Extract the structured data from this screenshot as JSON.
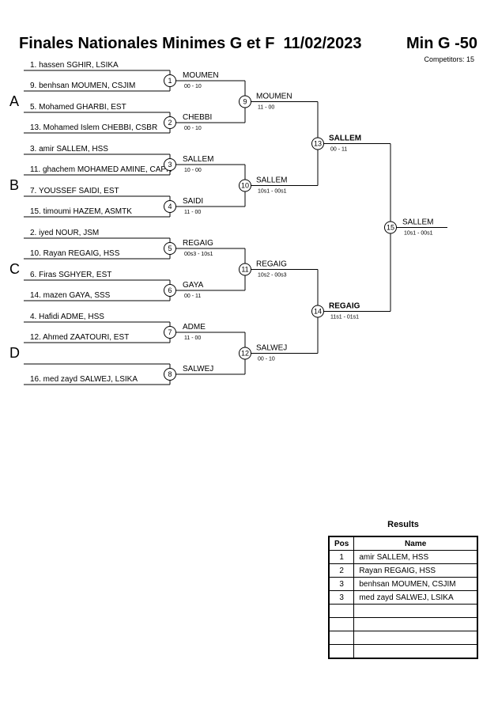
{
  "header": {
    "title": "Finales Nationales Minimes G et F  11/02/2023",
    "category": "Min G -50",
    "competitors": "Competitors: 15"
  },
  "pools": [
    "A",
    "B",
    "C",
    "D"
  ],
  "entries": [
    "1. hassen SGHIR, LSIKA",
    "9. benhsan MOUMEN, CSJIM",
    "5. Mohamed GHARBI, EST",
    "13. Mohamed Islem CHEBBI, CSBR",
    "3. amir SALLEM, HSS",
    "11. ghachem MOHAMED AMINE, CAPN",
    "7. YOUSSEF SAIDI, EST",
    "15. timoumi HAZEM, ASMTK",
    "2. iyed NOUR, JSM",
    "10. Rayan REGAIG, HSS",
    "6. Firas SGHYER, EST",
    "14. mazen GAYA, SSS",
    "4. Hafidi ADME, HSS",
    "12. Ahmed ZAATOURI, EST",
    "",
    "16. med zayd SALWEJ, LSIKA"
  ],
  "round1": [
    {
      "num": "1",
      "winner": "MOUMEN",
      "score": "00 - 10"
    },
    {
      "num": "2",
      "winner": "CHEBBI",
      "score": "00 - 10"
    },
    {
      "num": "3",
      "winner": "SALLEM",
      "score": "10 - 00"
    },
    {
      "num": "4",
      "winner": "SAIDI",
      "score": "11 - 00"
    },
    {
      "num": "5",
      "winner": "REGAIG",
      "score": "00s3 - 10s1"
    },
    {
      "num": "6",
      "winner": "GAYA",
      "score": "00 - 11"
    },
    {
      "num": "7",
      "winner": "ADME",
      "score": "11 - 00"
    },
    {
      "num": "8",
      "winner": "SALWEJ",
      "score": ""
    }
  ],
  "round2": [
    {
      "num": "9",
      "winner": "MOUMEN",
      "score": "11 - 00"
    },
    {
      "num": "10",
      "winner": "SALLEM",
      "score": "10s1 - 00s1"
    },
    {
      "num": "11",
      "winner": "REGAIG",
      "score": "10s2 - 00s3"
    },
    {
      "num": "12",
      "winner": "SALWEJ",
      "score": "00 - 10"
    }
  ],
  "semis": [
    {
      "num": "13",
      "winner": "SALLEM",
      "score": "00 - 11"
    },
    {
      "num": "14",
      "winner": "REGAIG",
      "score": "11s1 - 01s1"
    }
  ],
  "final": {
    "num": "15",
    "winner": "SALLEM",
    "score": "10s1 - 00s1"
  },
  "results": {
    "title": "Results",
    "headers": {
      "pos": "Pos",
      "name": "Name"
    },
    "rows": [
      {
        "pos": "1",
        "name": "amir SALLEM, HSS"
      },
      {
        "pos": "2",
        "name": "Rayan REGAIG, HSS"
      },
      {
        "pos": "3",
        "name": "benhsan MOUMEN, CSJIM"
      },
      {
        "pos": "3",
        "name": "med zayd SALWEJ, LSIKA"
      },
      {
        "pos": "",
        "name": ""
      },
      {
        "pos": "",
        "name": ""
      },
      {
        "pos": "",
        "name": ""
      },
      {
        "pos": "",
        "name": ""
      }
    ]
  }
}
